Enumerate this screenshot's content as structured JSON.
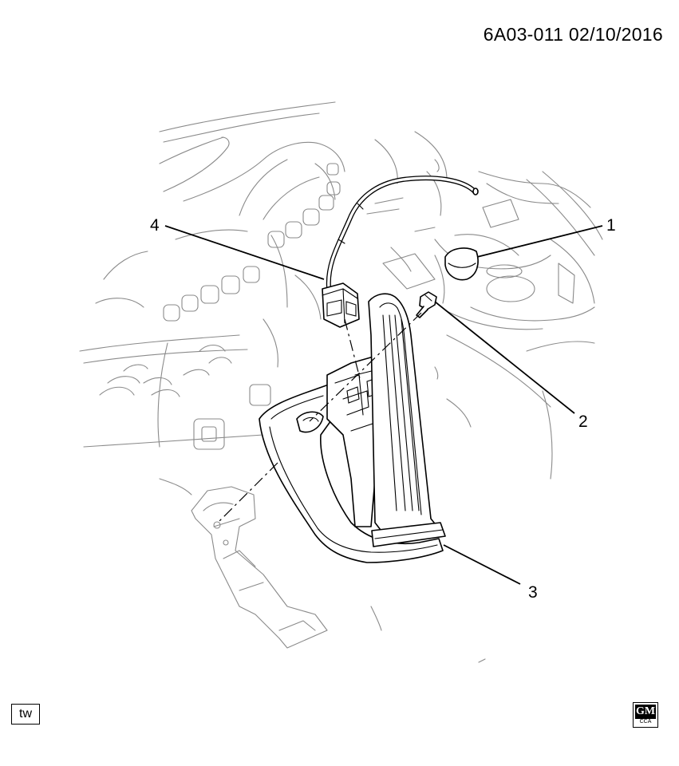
{
  "header": {
    "diagram_code": "6A03-011 02/10/2016"
  },
  "callouts": [
    {
      "id": "1",
      "label": "1"
    },
    {
      "id": "2",
      "label": "2"
    },
    {
      "id": "3",
      "label": "3"
    },
    {
      "id": "4",
      "label": "4"
    }
  ],
  "footer": {
    "tw_badge": "tw",
    "logo_top": "GM",
    "logo_bottom": "CCA"
  },
  "colors": {
    "line_art": "#000000",
    "background_art": "#8a8a8a",
    "page": "#ffffff"
  }
}
